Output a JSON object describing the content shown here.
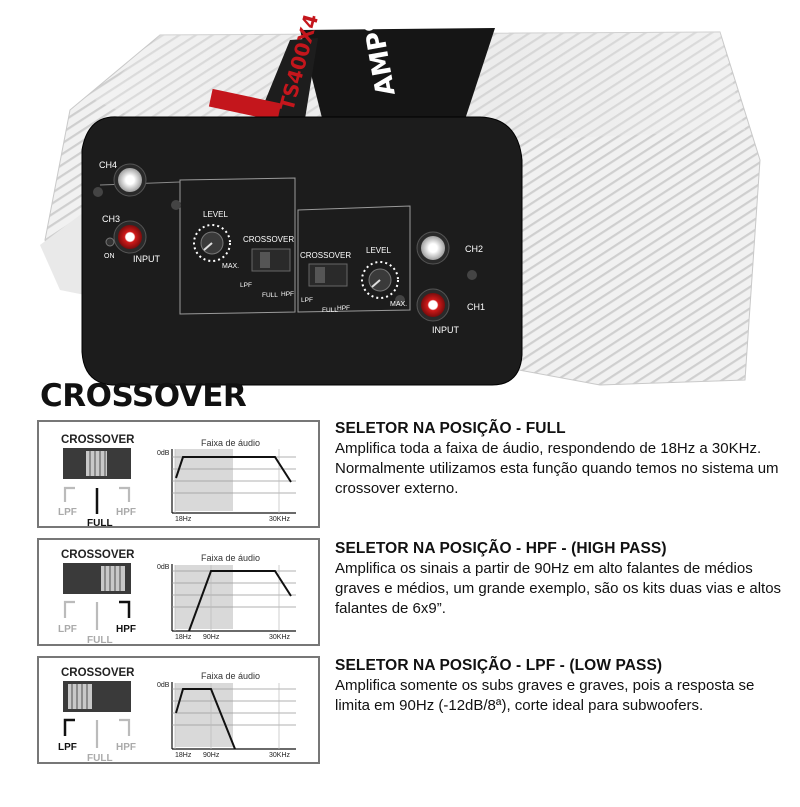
{
  "photo": {
    "brand_label": "AMPS",
    "model_label": "TS400X4",
    "channels": [
      "CH4",
      "CH3",
      "CH2",
      "CH1"
    ],
    "input_label": "INPUT",
    "on_label": "ON",
    "level_label": "LEVEL",
    "max_label": "MAX.",
    "crossover_label": "CROSSOVER",
    "lpf_label": "LPF",
    "full_label": "FULL",
    "hpf_label": "HPF"
  },
  "section_title": "CROSSOVER",
  "diagrams": [
    {
      "crossover_label": "CROSSOVER",
      "chart_title": "Faixa de áudio",
      "zero_db": "0dB",
      "ticks": [
        "18Hz",
        "30KHz"
      ],
      "lpf": "LPF",
      "full": "FULL",
      "hpf": "HPF",
      "selected": "FULL"
    },
    {
      "crossover_label": "CROSSOVER",
      "chart_title": "Faixa de áudio",
      "zero_db": "0dB",
      "ticks": [
        "18Hz",
        "90Hz",
        "30KHz"
      ],
      "lpf": "LPF",
      "full": "FULL",
      "hpf": "HPF",
      "selected": "HPF"
    },
    {
      "crossover_label": "CROSSOVER",
      "chart_title": "Faixa de áudio",
      "zero_db": "0dB",
      "ticks": [
        "18Hz",
        "90Hz",
        "30KHz"
      ],
      "lpf": "LPF",
      "full": "FULL",
      "hpf": "HPF",
      "selected": "LPF"
    }
  ],
  "descriptions": [
    {
      "heading": "SELETOR NA POSIÇÃO - FULL",
      "body": "Amplifica toda a faixa de áudio, respondendo de 18Hz a 30KHz. Normalmente utilizamos esta função quando temos no sistema um crossover externo."
    },
    {
      "heading": "SELETOR NA POSIÇÃO - HPF - (HIGH PASS)",
      "body": "Amplifica os sinais a partir de 90Hz em alto falantes de médios graves e médios, um grande exemplo, são os kits duas vias e altos falantes de 6x9”."
    },
    {
      "heading": "SELETOR NA POSIÇÃO - LPF - (LOW PASS)",
      "body": "Amplifica somente os subs graves e graves, pois a resposta se limita em 90Hz (-12dB/8ª), corte ideal para subwoofers."
    }
  ]
}
